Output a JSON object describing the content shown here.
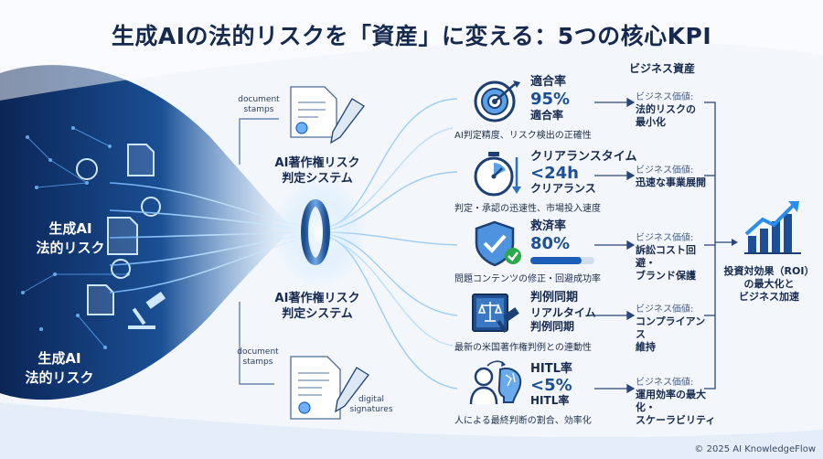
{
  "title": "生成AIの法的リスクを「資産」に変える：5つの核心KPI",
  "left": {
    "risk_label_top": [
      "生成AI",
      "法的リスク"
    ],
    "risk_label_bottom": [
      "生成AI",
      "法的リスク"
    ]
  },
  "docs": {
    "top_tag": [
      "document",
      "stamps"
    ],
    "bottom_tag": [
      "document",
      "stamps"
    ],
    "digital_tag": [
      "digital",
      "signatures"
    ]
  },
  "system": {
    "top": [
      "AI著作権リスク",
      "判定システム"
    ],
    "bottom": [
      "AI著作権リスク",
      "判定システム"
    ]
  },
  "assets_header": "ビジネス資産",
  "kpis": [
    {
      "name": "適合率",
      "value": "95%",
      "sub": "適合率",
      "desc": "AI判定精度、リスク検出の正確性",
      "icon": "target-icon",
      "value_label": "ビジネス価値:",
      "value_text": [
        "法的リスクの",
        "最小化"
      ]
    },
    {
      "name": "クリアランスタイム",
      "value": "<24h",
      "sub": "クリアランス",
      "desc": "判定・承認の迅速性、市場投入速度",
      "icon": "stopwatch-icon",
      "value_label": "ビジネス価値:",
      "value_text": [
        "迅速な事業展開"
      ]
    },
    {
      "name": "救済率",
      "value": "80%",
      "sub": "",
      "desc": "問題コンテンツの修正・回避成功率",
      "icon": "shield-check-icon",
      "progress": 0.8,
      "value_label": "ビジネス価値:",
      "value_text": [
        "訴訟コスト回避・",
        "ブランド保護"
      ]
    },
    {
      "name": "判例同期",
      "value": "",
      "sub": "リアルタイム\n判例同期",
      "desc": "最新の米国著作権判例との連動性",
      "icon": "law-book-gavel-icon",
      "value_label": "ビジネス価値:",
      "value_text": [
        "コンプライアンス",
        "維持"
      ]
    },
    {
      "name": "HITL率",
      "value": "<5%",
      "sub": "HITL率",
      "desc": "人による最終判断の割合、効率化",
      "icon": "human-ai-icon",
      "value_label": "ビジネス価値:",
      "value_text": [
        "運用効率の最大化・",
        "スケーラビリティ"
      ]
    }
  ],
  "roi": [
    "投資対効果（ROI）",
    "の最大化と",
    "ビジネス加速"
  ],
  "copyright": "© 2025 AI KnowledgeFlow",
  "colors": {
    "navy": "#16294f",
    "accent": "#1d5fb8",
    "green": "#2aa84a",
    "dark_panel": "#0d2b5c"
  }
}
